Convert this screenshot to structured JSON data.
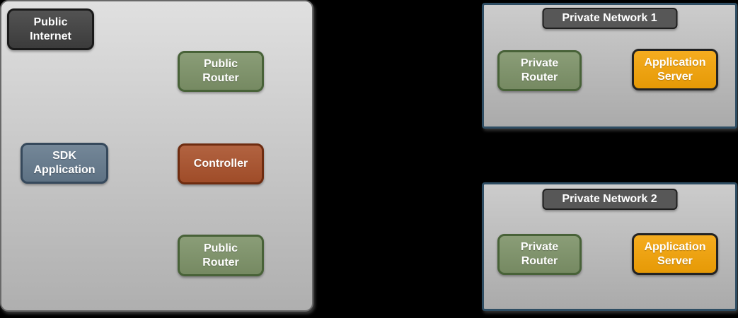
{
  "colors": {
    "canvas_bg": "#000000",
    "zone_fill_top": "#e0e0e0",
    "zone_fill_bottom": "#afafaf",
    "zone_border": "#696969",
    "network_fill_top": "#cccccc",
    "network_fill_bottom": "#aaaaaa",
    "network_border": "#2e4d63",
    "node_dark_fill": "#3f3f3f",
    "node_dark_border": "#1a1a1a",
    "title_fill": "#575757",
    "title_border": "#1f1f1f",
    "node_green_fill": "#7d9268",
    "node_green_border": "#486238",
    "node_slate_fill": "#64798c",
    "node_slate_border": "#36495c",
    "node_rust_fill": "#a9512b",
    "node_rust_border": "#6e2c10",
    "node_orange_fill": "#f4a306",
    "node_orange_border": "#232323",
    "label_color": "#ffffff"
  },
  "zone_public": {
    "nodes": {
      "public_internet": {
        "label": "Public Internet",
        "label_lines": [
          "Public",
          "Internet"
        ]
      },
      "public_router_top": {
        "label": "Public Router",
        "label_lines": [
          "Public",
          "Router"
        ]
      },
      "sdk_application": {
        "label": "SDK Application",
        "label_lines": [
          "SDK",
          "Application"
        ]
      },
      "controller": {
        "label": "Controller",
        "label_lines": [
          "Controller"
        ]
      },
      "public_router_bottom": {
        "label": "Public Router",
        "label_lines": [
          "Public",
          "Router"
        ]
      }
    }
  },
  "private_network_1": {
    "title": "Private Network 1",
    "nodes": {
      "private_router": {
        "label": "Private Router",
        "label_lines": [
          "Private",
          "Router"
        ]
      },
      "application_server": {
        "label": "Application Server",
        "label_lines": [
          "Application",
          "Server"
        ]
      }
    }
  },
  "private_network_2": {
    "title": "Private Network 2",
    "nodes": {
      "private_router": {
        "label": "Private Router",
        "label_lines": [
          "Private",
          "Router"
        ]
      },
      "application_server": {
        "label": "Application Server",
        "label_lines": [
          "Application",
          "Server"
        ]
      }
    }
  }
}
